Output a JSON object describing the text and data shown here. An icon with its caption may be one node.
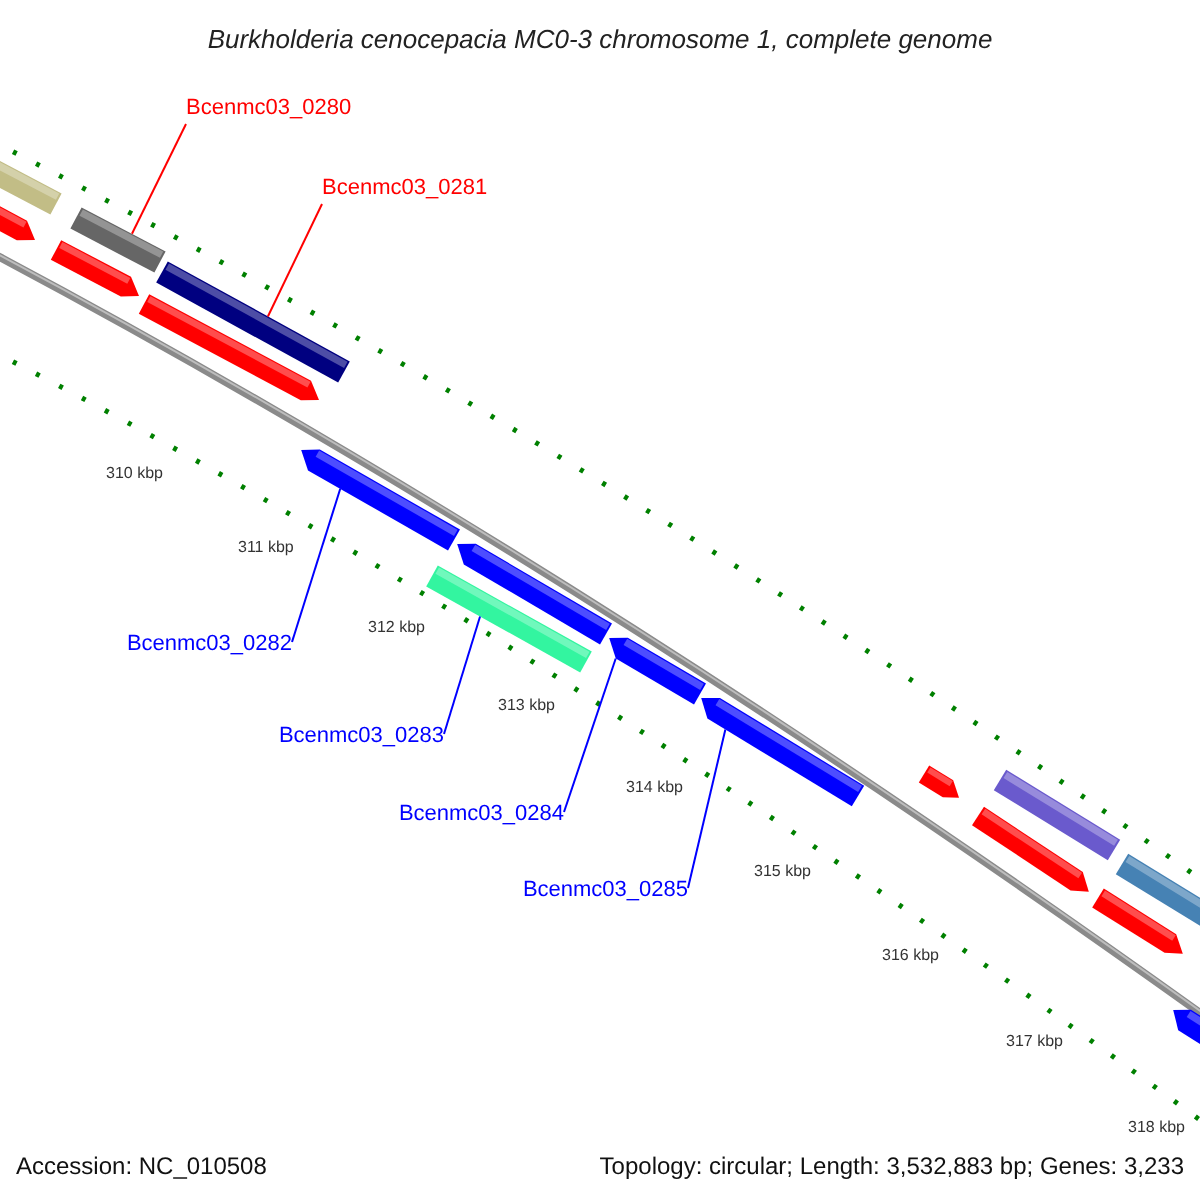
{
  "diagram": {
    "title": "Burkholderia cenocepacia MC0-3 chromosome 1, complete genome",
    "nodes": [
      {
        "text": [
          "Bcenmc03_0280"
        ]
      },
      {
        "text": [
          "Bcenmc03_0281"
        ]
      },
      {
        "text": [
          "Bcenmc03_0282"
        ]
      },
      {
        "text": [
          "Bcenmc03_0283"
        ]
      },
      {
        "text": [
          "Bcenmc03_0284"
        ]
      },
      {
        "text": [
          "Bcenmc03_0285"
        ]
      },
      {
        "text": [],
        "shape": "bar"
      },
      {
        "text": [],
        "shape": "bar"
      },
      {
        "text": [],
        "shape": "bar"
      },
      {
        "text": [],
        "shape": "bar"
      },
      {
        "text": [],
        "shape": "bar"
      },
      {
        "text": [],
        "shape": "bar"
      }
    ],
    "edges": [
      {
        "from": 0,
        "to": 6,
        "arrow": "none",
        "color": "#ff0000"
      },
      {
        "from": 1,
        "to": 7,
        "arrow": "none",
        "color": "#ff0000"
      },
      {
        "from": 2,
        "to": 8,
        "arrow": "none"
      },
      {
        "from": 3,
        "to": 9,
        "arrow": "none"
      },
      {
        "from": 4,
        "to": 10,
        "arrow": "none"
      },
      {
        "from": 5,
        "to": 11,
        "arrow": "none"
      }
    ],
    "labels": [
      "310 kbp",
      "311 kbp",
      "312 kbp",
      "313 kbp",
      "314 kbp",
      "315 kbp",
      "316 kbp",
      "317 kbp",
      "318 kbp",
      "Accession: NC_010508",
      "Topology: circular; Length: 3,532,883 bp; Genes: 3,233"
    ]
  }
}
